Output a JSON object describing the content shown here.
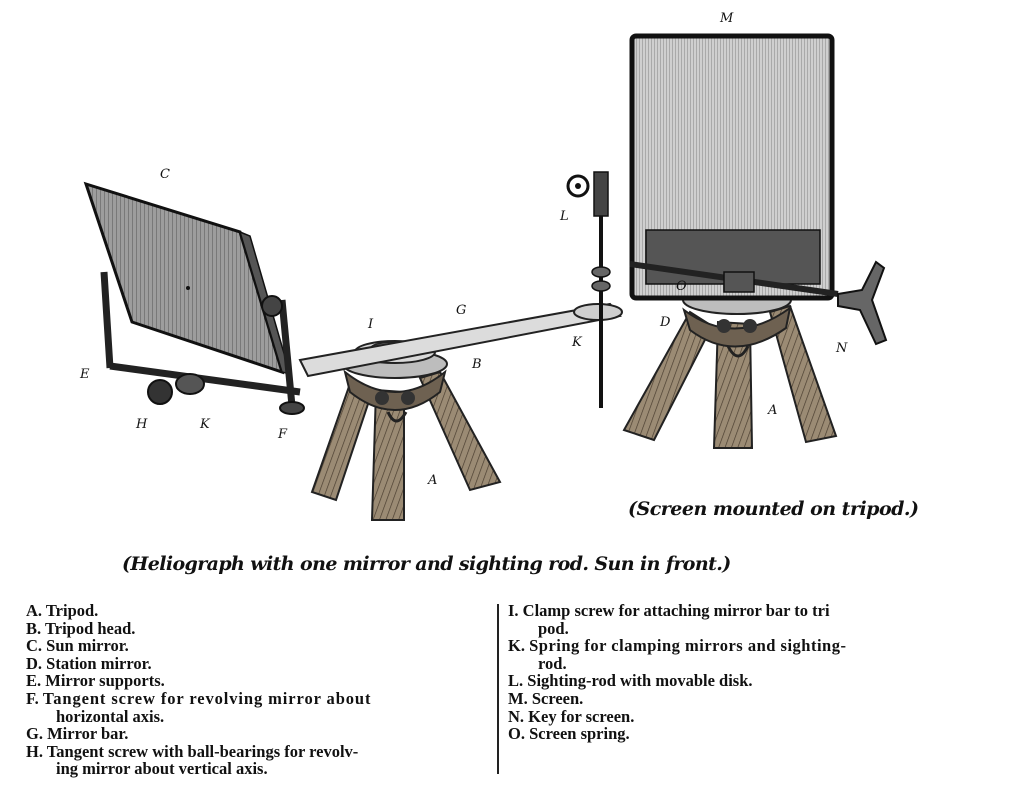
{
  "captions": {
    "screen": "(Screen mounted on tripod.)",
    "heliograph": "(Heliograph with one mirror and sighting rod. Sun in front.)"
  },
  "labels": {
    "C": "C",
    "E": "E",
    "H": "H",
    "K1": "K",
    "F": "F",
    "I": "I",
    "G": "G",
    "B": "B",
    "A1": "A",
    "L": "L",
    "K2": "K",
    "M": "M",
    "O": "O",
    "D": "D",
    "N": "N",
    "A2": "A"
  },
  "legend_left": [
    {
      "key": "A.",
      "text": "Tripod."
    },
    {
      "key": "B.",
      "text": "Tripod head."
    },
    {
      "key": "C.",
      "text": "Sun mirror."
    },
    {
      "key": "D.",
      "text": "Station mirror."
    },
    {
      "key": "E.",
      "text": "Mirror supports."
    },
    {
      "key": "F.",
      "text": "Tangent screw for revolving mirror about",
      "cont": "horizontal axis."
    },
    {
      "key": "G.",
      "text": "Mirror bar."
    },
    {
      "key": "H.",
      "text": "Tangent screw with ball-bearings for revolv-",
      "cont": "ing mirror about vertical axis."
    }
  ],
  "legend_right": [
    {
      "key": "I.",
      "text": "Clamp screw for attaching mirror bar to tri",
      "cont": "pod."
    },
    {
      "key": "K.",
      "text": "Spring for clamping mirrors and sighting-",
      "cont": "rod."
    },
    {
      "key": "L.",
      "text": "Sighting-rod with movable disk."
    },
    {
      "key": "M.",
      "text": "Screen."
    },
    {
      "key": "N.",
      "text": "Key for screen."
    },
    {
      "key": "O.",
      "text": "Screen spring."
    }
  ],
  "colors": {
    "ink": "#111111",
    "wood": "#8a7a66",
    "wood_dark": "#4a3e30",
    "mirror": "#9a9a9a",
    "screen": "#c9c9c9"
  }
}
